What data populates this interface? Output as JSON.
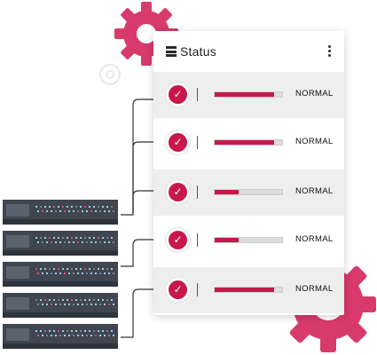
{
  "panel": {
    "title": "Status",
    "menu_icon": "hamburger-icon",
    "more_icon": "more-vertical-icon"
  },
  "rows": [
    {
      "status": "NORMAL",
      "level": 0.88
    },
    {
      "status": "NORMAL",
      "level": 0.88
    },
    {
      "status": "NORMAL",
      "level": 0.35
    },
    {
      "status": "NORMAL",
      "level": 0.35
    },
    {
      "status": "NORMAL",
      "level": 0.88
    }
  ],
  "colors": {
    "accent": "#c8174a",
    "server_dark": "#3f4650",
    "server_light": "#5a626d",
    "led_blue": "#9ec9e6",
    "led_red": "#e2467a"
  }
}
